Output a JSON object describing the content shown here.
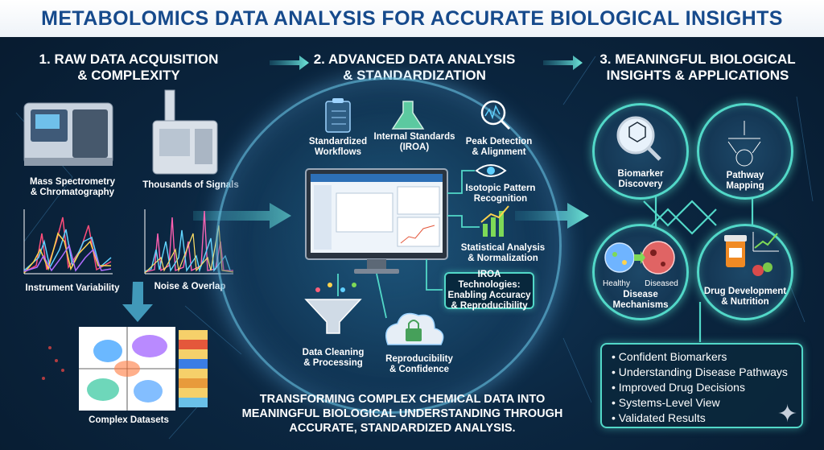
{
  "title": "METABOLOMICS DATA ANALYSIS FOR ACCURATE BIOLOGICAL INSIGHTS",
  "columns": {
    "acquisition": {
      "line1": "1. RAW DATA ACQUISITION",
      "line2": "& COMPLEXITY"
    },
    "analysis": {
      "line1": "2. ADVANCED DATA ANALYSIS",
      "line2": "& STANDARDIZATION"
    },
    "insights": {
      "line1": "3. MEANINGFUL BIOLOGICAL",
      "line2": "INSIGHTS & APPLICATIONS"
    }
  },
  "acquisition_labels": {
    "mass_spec": {
      "line1": "Mass Spectrometry",
      "line2": "& Chromatography"
    },
    "signals": "Thousands of Signals",
    "variability": "Instrument Variability",
    "noise": "Noise & Overlap",
    "datasets": "Complex Datasets"
  },
  "analysis_labels": {
    "workflows": {
      "line1": "Standardized",
      "line2": "Workflows"
    },
    "internal_standards": {
      "line1": "Internal Standards",
      "line2": "(IROA)"
    },
    "peak_detection": {
      "line1": "Peak Detection",
      "line2": "& Alignment"
    },
    "isotopic": {
      "line1": "Isotopic Pattern",
      "line2": "Recognition"
    },
    "statistical": {
      "line1": "Statistical Analysis",
      "line2": "& Normalization"
    },
    "iroa_tech": {
      "line1": "IROA Technologies:",
      "line2": "Enabling Accuracy",
      "line3": "& Reproducibility"
    },
    "cleaning": {
      "line1": "Data Cleaning",
      "line2": "& Processing"
    },
    "reproducibility": {
      "line1": "Reproducibility",
      "line2": "& Confidence"
    }
  },
  "insight_labels": {
    "biomarker": {
      "line1": "Biomarker",
      "line2": "Discovery"
    },
    "pathway": {
      "line1": "Pathway",
      "line2": "Mapping"
    },
    "healthy": "Healthy",
    "diseased": "Diseased",
    "disease_mech": {
      "line1": "Disease",
      "line2": "Mechanisms"
    },
    "drug": {
      "line1": "Drug Development",
      "line2": "& Nutrition"
    }
  },
  "results": [
    "Confident Biomarkers",
    "Understanding Disease Pathways",
    "Improved Drug Decisions",
    "Systems-Level View",
    "Validated Results"
  ],
  "bottom_text": {
    "line1": "TRANSFORMING COMPLEX CHEMICAL DATA INTO",
    "line2": "MEANINGFUL BIOLOGICAL UNDERSTANDING THROUGH",
    "line3": "ACCURATE, STANDARDIZED ANALYSIS."
  },
  "colors": {
    "title": "#164a8c",
    "accent": "#52d8c8",
    "background": "#0b2640"
  }
}
